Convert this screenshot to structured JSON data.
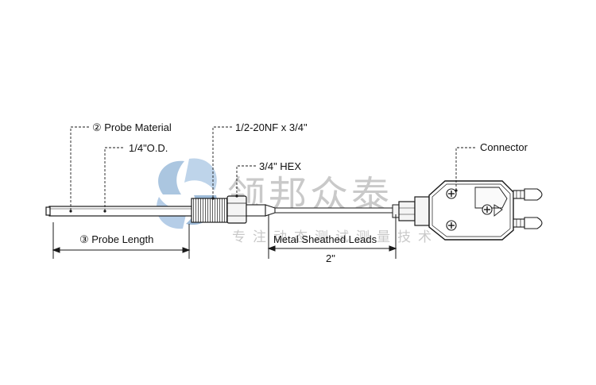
{
  "labels": {
    "probe_material": "② Probe Material",
    "od": "1/4\"O.D.",
    "thread": "1/2-20NF x 3/4\"",
    "hex": "3/4\" HEX",
    "connector": "Connector",
    "probe_length": "③ Probe Length",
    "leads": "Metal Sheathed Leads",
    "leads_length": "2\""
  },
  "watermark": {
    "brand": "领邦众泰",
    "tagline": "专注动态测试测量技术"
  },
  "colors": {
    "line": "#1a1a1a",
    "part_fill": "#f4f4f4",
    "watermark_blue": "#8fb3d6",
    "watermark_gray": "#b7b7b7"
  }
}
